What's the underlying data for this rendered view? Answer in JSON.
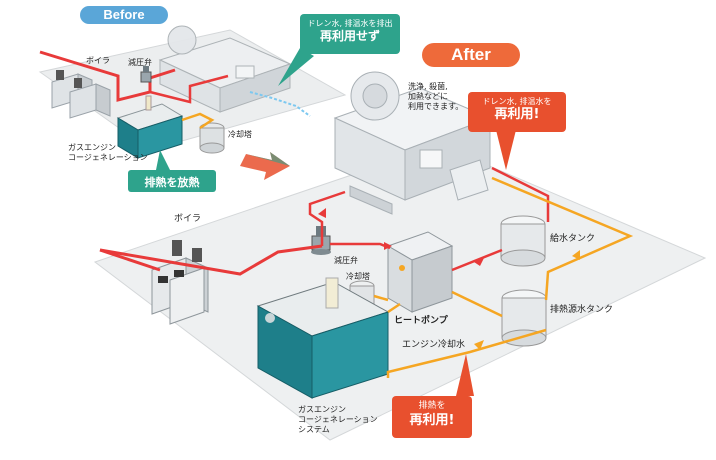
{
  "before": {
    "tag": "Before",
    "boiler": "ボイラ",
    "valve": "減圧弁",
    "cogen": "ガスエンジン\nコージェネレーション",
    "cooling_tower": "冷却塔",
    "drain_callout_small": "ドレン水, 排温水を排出",
    "drain_callout_big": "再利用せず",
    "heat_callout": "排熱を放熱"
  },
  "after": {
    "tag": "After",
    "machine_note": "洗浄, 殺菌,\n加熱などに\n利用できます。",
    "drain_callout_small": "ドレン水, 排温水を",
    "drain_callout_big": "再利用!",
    "feed_tank": "給水タンク",
    "boiler": "ボイラ",
    "valve": "減圧弁",
    "cooling_tower": "冷却塔",
    "heat_pump": "ヒートポンプ",
    "source_tank": "排熱源水タンク",
    "engine_cooling": "エンジン冷却水",
    "cogen": "ガスエンジン\nコージェネレーション\nシステム",
    "heat_callout_small": "排熱を",
    "heat_callout_big": "再利用!"
  },
  "colors": {
    "before_tag": "#5aa6d8",
    "after_tag": "#ee6a3a",
    "steam_pipe": "#e83a3a",
    "water_pipe": "#f5a623",
    "green_callout": "#2ea38c",
    "red_callout": "#e8502e",
    "cogen_body": "#1e7f8a"
  }
}
